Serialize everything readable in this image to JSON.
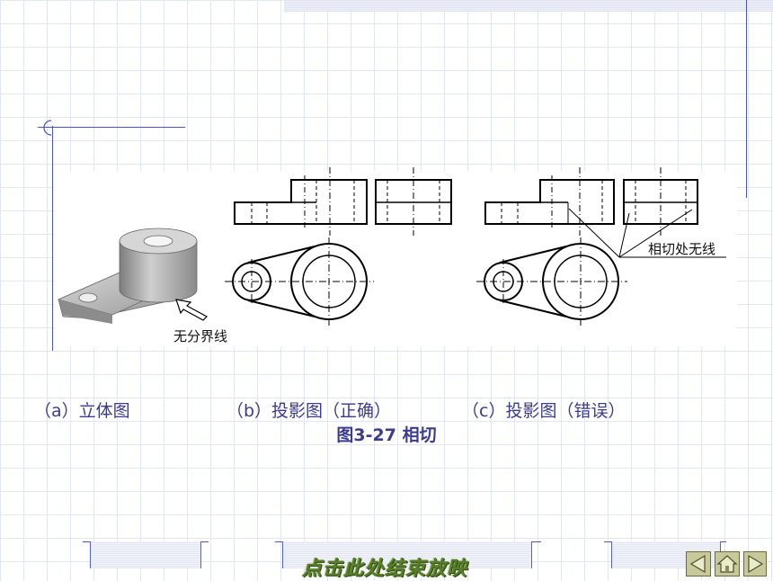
{
  "labels": {
    "no_boundary": "无分界线",
    "tangent_no_line": "相切处无线"
  },
  "captions": {
    "a": "（a）立体图",
    "b": "（b）投影图（正确）",
    "c": "（c）投影图（错误）"
  },
  "figure_title": "图3-27  相切",
  "footer": {
    "end_show": "点击此处结束放映"
  },
  "colors": {
    "caption": "#3b3b92",
    "accent_line": "#4a56c8",
    "end_link": "#5a7d2a"
  }
}
